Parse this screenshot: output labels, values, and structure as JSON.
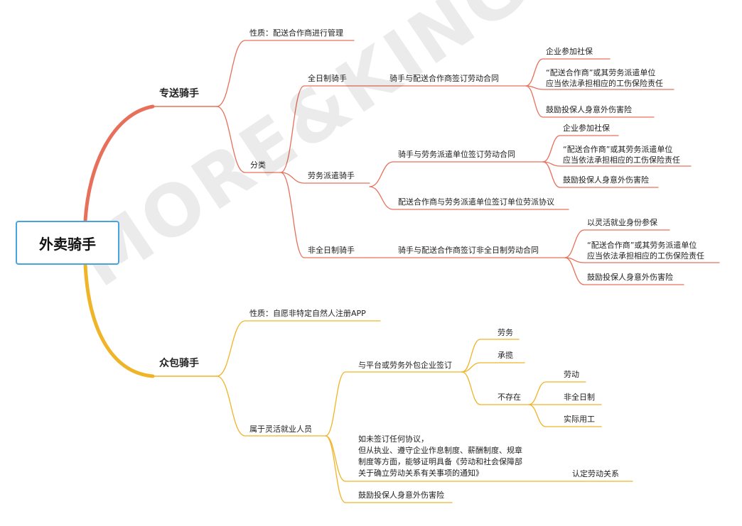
{
  "root": "外卖骑手",
  "watermark": "MORE&KING",
  "colors": {
    "top_branch": "#e8705a",
    "bottom_branch": "#f0b428",
    "root_border": "#4aa3df"
  },
  "zhuansong": {
    "title": "专送骑手",
    "nature": "性质：配送合作商进行管理",
    "category": "分类",
    "fulltime": {
      "label": "全日制骑手",
      "contract": "骑手与配送合作商签订劳动合同",
      "items": [
        "企业参加社保",
        "“配送合作商”或其劳务派遣单位",
        "应当依法承担相应的工伤保险责任",
        "鼓励投保人身意外伤害险"
      ]
    },
    "dispatch": {
      "label": "劳务派遣骑手",
      "contract": "骑手与劳务派遣单位签订劳动合同",
      "items": [
        "企业参加社保",
        "“配送合作商”或其劳务派遣单位",
        "应当依法承担相应的工伤保险责任",
        "鼓励投保人身意外伤害险"
      ],
      "agreement": "配送合作商与劳务派遣单位签订单位劳派协议"
    },
    "parttime": {
      "label": "非全日制骑手",
      "contract": "骑手与配送合作商签订非全日制劳动合同",
      "items": [
        "以灵活就业身份参保",
        "“配送合作商”或其劳务派遣单位",
        "应当依法承担相应的工伤保险责任",
        "鼓励投保人身意外伤害险"
      ]
    }
  },
  "zhongbao": {
    "title": "众包骑手",
    "nature": "性质：自愿非特定自然人注册APP",
    "flexible": "属于灵活就业人员",
    "sign": "与平台或劳务外包企业签订",
    "sign_items": [
      "劳务",
      "承揽",
      "不存在"
    ],
    "not_exist_items": [
      "劳动",
      "非全日制",
      "实际用工"
    ],
    "no_agreement": [
      "如未签订任何协议，",
      "但从执业、遵守企业作息制度、薪酬制度、规章",
      "制度等方面，能够证明具备《劳动和社会保障部",
      "关于确立劳动关系有关事项的通知》"
    ],
    "confirm": "认定劳动关系",
    "insurance": "鼓励投保人身意外伤害险"
  }
}
